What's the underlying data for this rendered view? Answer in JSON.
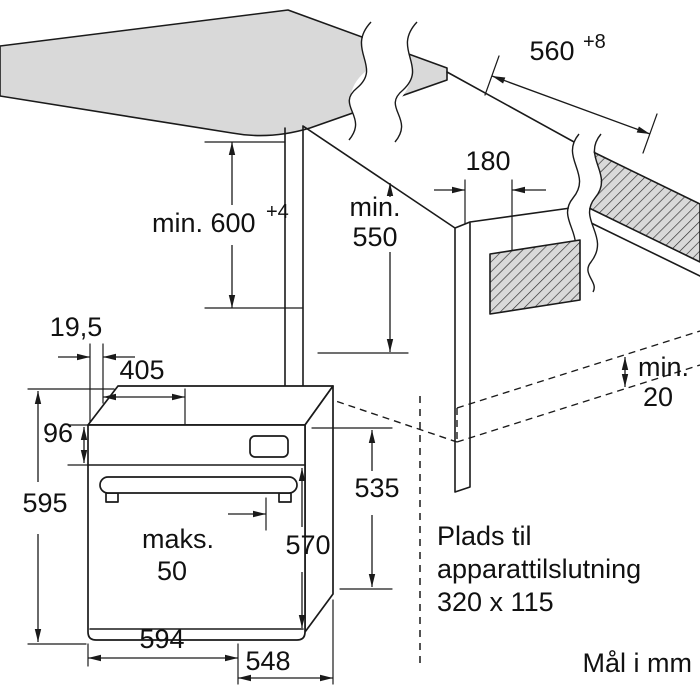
{
  "top_view": {
    "niche_width_value": "560",
    "niche_width_tol": "+8",
    "niche_height_value": "min. 600",
    "niche_height_tol": "+4",
    "niche_depth_line1": "min.",
    "niche_depth_line2": "550",
    "connection_offset": "180",
    "rear_gap_line1": "min.",
    "rear_gap_line2": "20"
  },
  "front_view": {
    "door_protrusion": "19,5",
    "top_depth": "405",
    "panel_height": "96",
    "total_height": "595",
    "handle_line1": "maks.",
    "handle_line2": "50",
    "door_height": "570",
    "inner_height": "535",
    "width": "594",
    "depth": "548"
  },
  "notes": {
    "connection_line1": "Plads til",
    "connection_line2": "apparattilslutning",
    "connection_line3": "320 x 115",
    "units": "Mål i mm"
  },
  "colors": {
    "line": "#1a1a1a",
    "surface_fill": "#d9d9d9",
    "background": "#ffffff"
  }
}
